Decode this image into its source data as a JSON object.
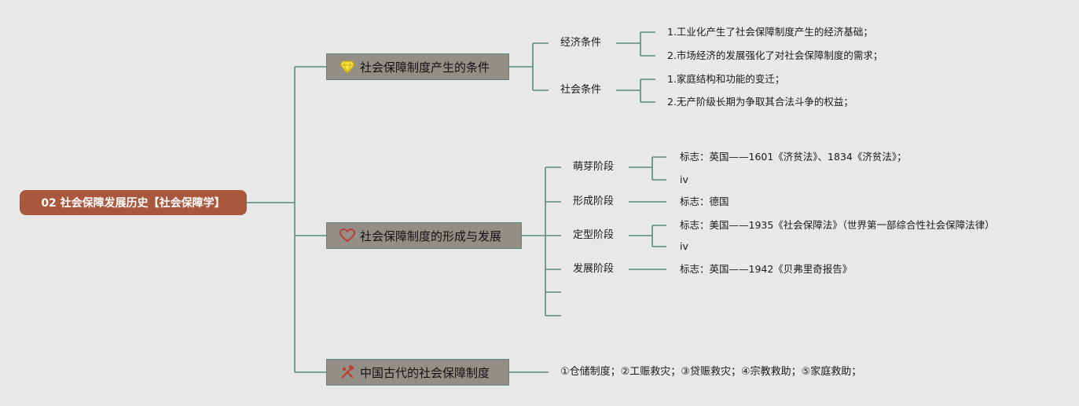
{
  "root": {
    "label": "02 社会保障发展历史【社会保障学】"
  },
  "branches": [
    {
      "label": "社会保障制度产生的条件",
      "icon": "diamond-icon",
      "children": [
        {
          "label": "经济条件",
          "items": [
            "1.工业化产生了社会保障制度产生的经济基础；",
            "2.市场经济的发展强化了对社会保障制度的需求；"
          ]
        },
        {
          "label": "社会条件",
          "items": [
            "1.家庭结构和功能的变迁；",
            "2.无产阶级长期为争取其合法斗争的权益；"
          ]
        }
      ]
    },
    {
      "label": "社会保障制度的形成与发展",
      "icon": "heart-icon",
      "children": [
        {
          "label": "萌芽阶段",
          "items": [
            "标志：英国——1601《济贫法》、1834《济贫法》；",
            "iv"
          ]
        },
        {
          "label": "形成阶段",
          "items": [
            "标志：德国"
          ]
        },
        {
          "label": "定型阶段",
          "items": [
            "标志：美国——1935《社会保障法》（世界第一部综合性社会保障法律）",
            "iv"
          ]
        },
        {
          "label": "发展阶段",
          "items": [
            "标志：英国——1942《贝弗里奇报告》"
          ]
        },
        {
          "label": "",
          "items": []
        },
        {
          "label": "",
          "items": []
        }
      ]
    },
    {
      "label": "中国古代的社会保障制度",
      "icon": "tools-icon",
      "items": [
        "①仓储制度；②工赈救灾；③贷赈救灾；④宗教救助；⑤家庭救助；"
      ]
    }
  ],
  "colors": {
    "line": "#5a8a80",
    "root_bg": "#a9583e",
    "branch_bg": "#948f86",
    "background": "#e8e8e6"
  }
}
